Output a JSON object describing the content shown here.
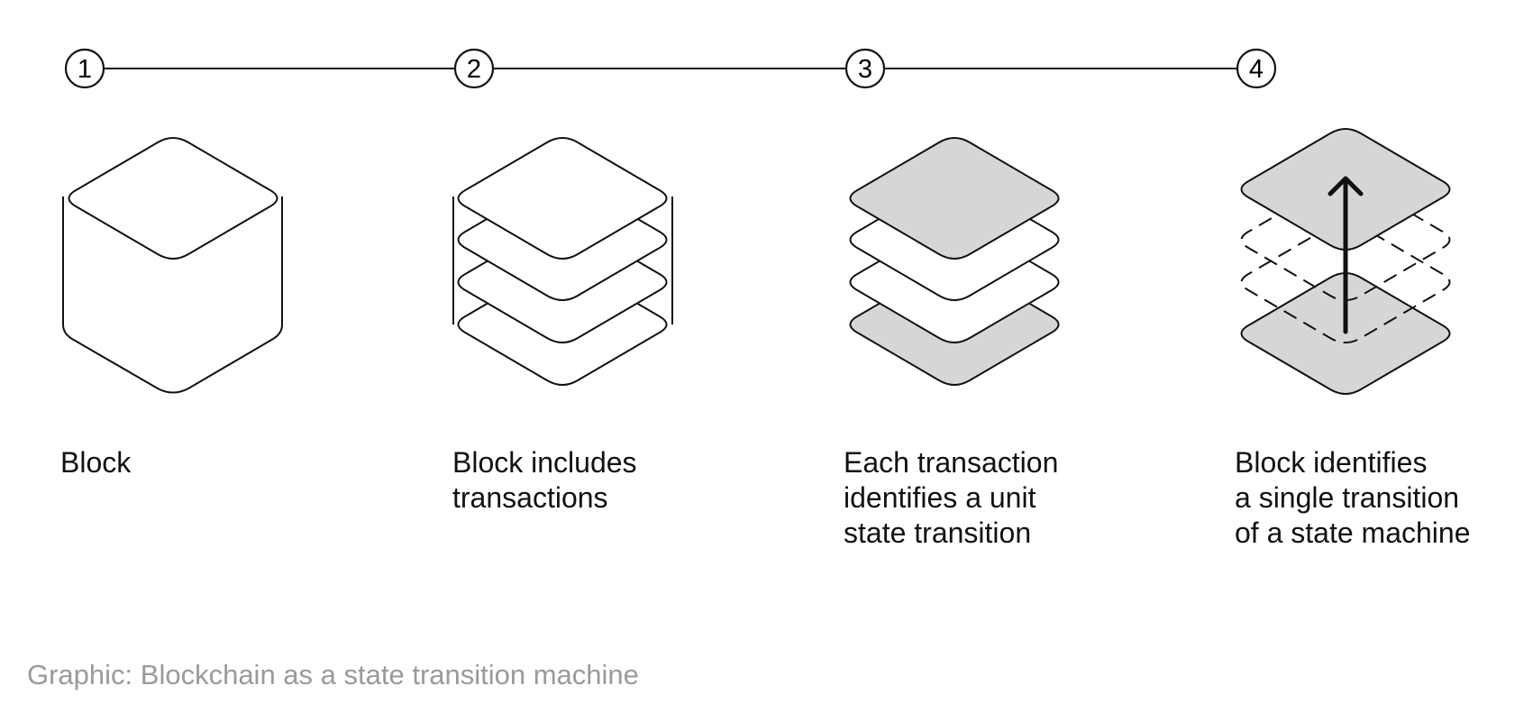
{
  "diagram": {
    "steps": [
      {
        "number": "1",
        "label": "Block"
      },
      {
        "number": "2",
        "label": "Block includes\ntransactions"
      },
      {
        "number": "3",
        "label": "Each transaction\nidentifies a unit\nstate transition"
      },
      {
        "number": "4",
        "label": "Block identifies\na single transition\nof a state machine"
      }
    ]
  },
  "caption": "Graphic: Blockchain as a state transition machine",
  "colors": {
    "stroke": "#111111",
    "shaded_fill": "#d6d6d6",
    "caption_text": "#9a9a9a"
  }
}
